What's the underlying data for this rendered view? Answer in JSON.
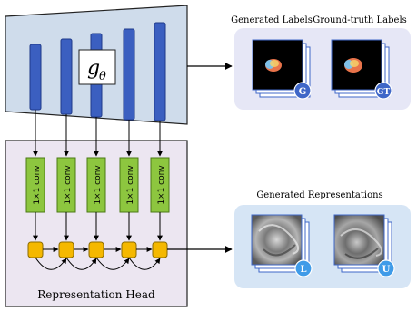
{
  "encoder": {
    "g_symbol": "g",
    "g_subscript": "θ"
  },
  "conv_blocks": {
    "label": "1×1 conv"
  },
  "representation_head": {
    "title": "Representation Head"
  },
  "labels_panel": {
    "generated_title": "Generated Labels",
    "groundtruth_title": "Ground-truth Labels",
    "generated_badge": "G",
    "groundtruth_badge": "GT"
  },
  "representations_panel": {
    "title": "Generated Representations",
    "left_badge": "L",
    "right_badge": "U"
  },
  "colors": {
    "encoder_fill": "#cfdceb",
    "encoder_bar": "#3b5fc0",
    "head_fill": "#ece6f1",
    "conv_fill": "#8dc63f",
    "node_fill": "#f5b800",
    "badge": "#3f67c8",
    "panel_fill": "#e6e7f6",
    "panel2_fill": "#d6e5f5"
  }
}
